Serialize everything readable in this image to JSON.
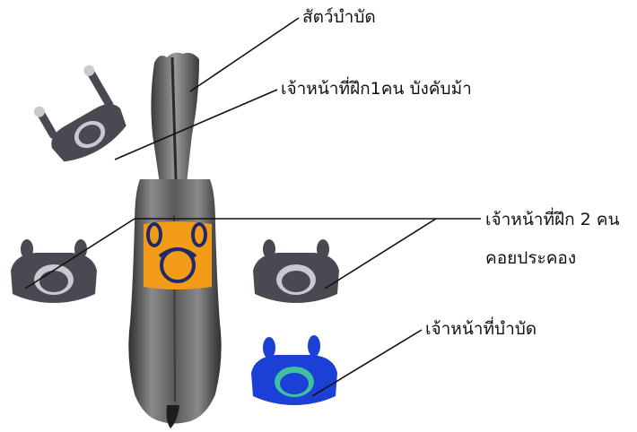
{
  "labels": {
    "animal": "สัตว์บำบัด",
    "handler": "เจ้าหน้าที่ฝึก1คน บังคับม้า",
    "sidewalkers_line1": "เจ้าหน้าที่ฝึก 2 คน",
    "sidewalkers_line2": "คอยประคอง",
    "therapist": "เจ้าหน้าที่บำบัด"
  },
  "colors": {
    "horse": "#6b6b6b",
    "horse_dark": "#3e3e3e",
    "person": "#4a4952",
    "person_light": "#c9c9d2",
    "rider": "#f39a16",
    "rider_helmet": "#1f2a6b",
    "therapist": "#1c3fd6",
    "therapist_ring": "#40c0a0",
    "leader_line": "#111111"
  }
}
